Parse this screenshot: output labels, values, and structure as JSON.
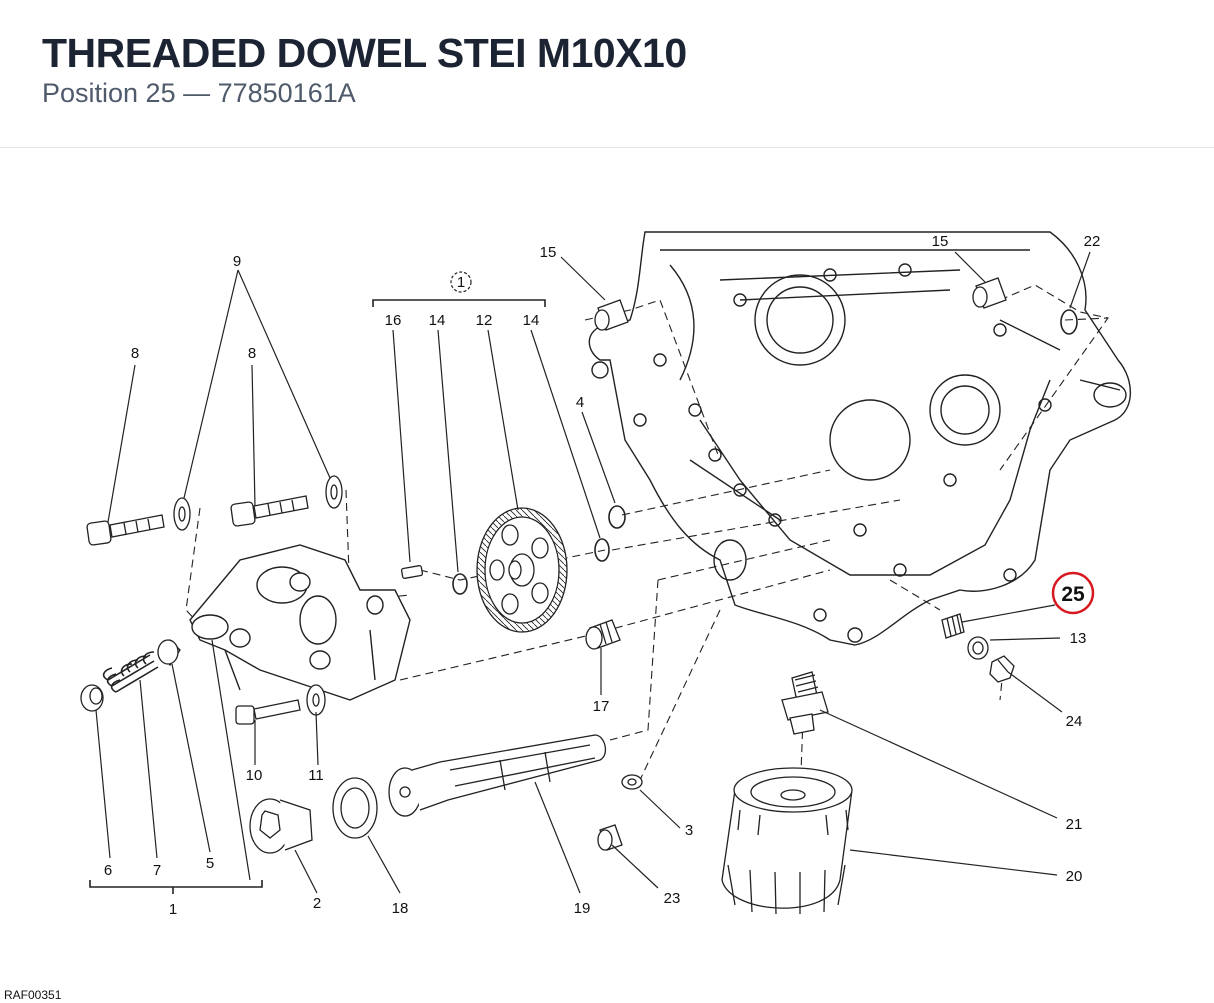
{
  "header": {
    "title": "THREADED DOWEL STEI M10X10",
    "subtitle": "Position 25 — 77850161A"
  },
  "diagram": {
    "highlight_label": "25",
    "group_marker": "1",
    "callouts": {
      "c1": "1",
      "c2": "2",
      "c3": "3",
      "c4": "4",
      "c5": "5",
      "c6": "6",
      "c7": "7",
      "c8a": "8",
      "c8b": "8",
      "c9": "9",
      "c10": "10",
      "c11": "11",
      "c12": "12",
      "c13": "13",
      "c14a": "14",
      "c14b": "14",
      "c15a": "15",
      "c15b": "15",
      "c16": "16",
      "c17": "17",
      "c18": "18",
      "c19": "19",
      "c20": "20",
      "c21": "21",
      "c22": "22",
      "c23": "23",
      "c24": "24"
    },
    "highlight_color": "#d7191f"
  },
  "footer": {
    "reference": "RAF00351"
  }
}
